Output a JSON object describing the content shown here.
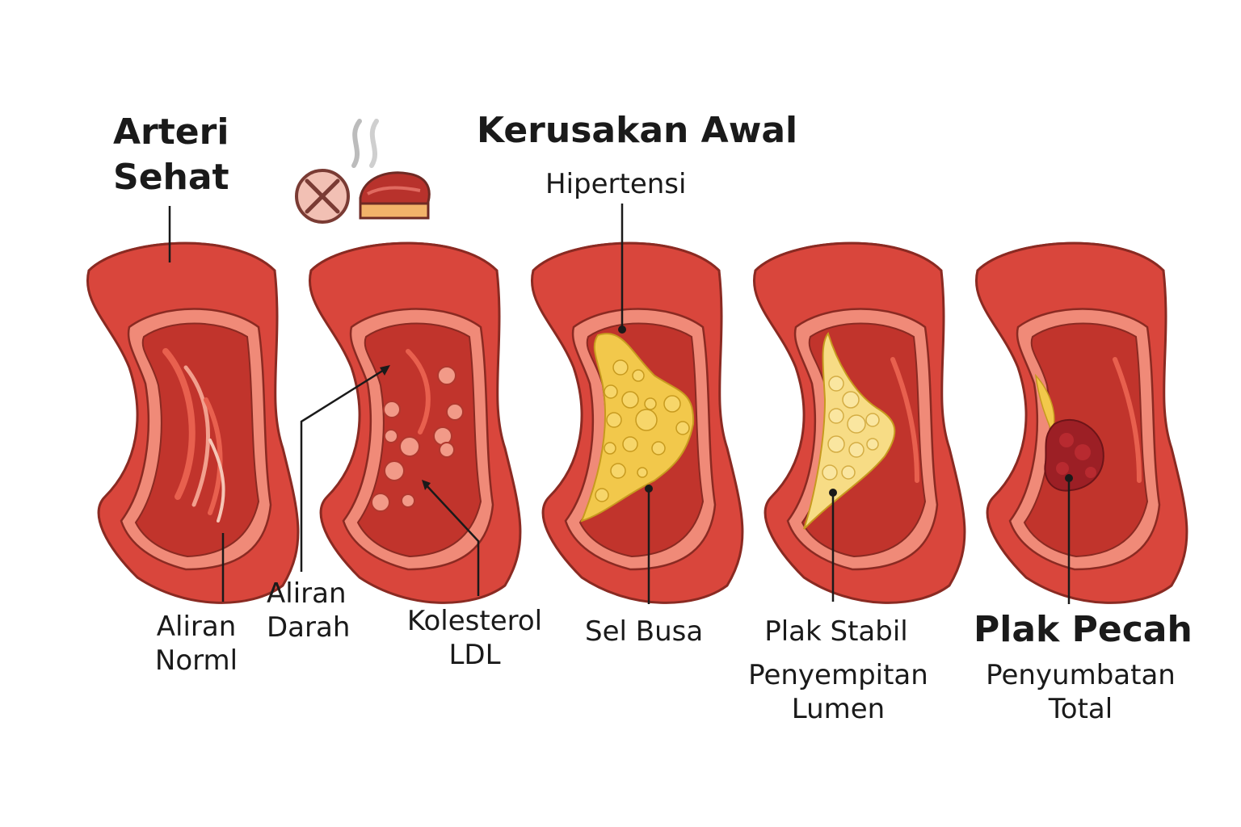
{
  "titles": {
    "healthy": [
      "Arteri",
      "Sehat"
    ],
    "early_damage": "Kerusakan Awal"
  },
  "labels": {
    "hypertension": "Hipertensi",
    "normal_flow": [
      "Aliran",
      "Norml"
    ],
    "blood_flow": [
      "Aliran",
      "Darah"
    ],
    "ldl": [
      "Kolesterol",
      "LDL"
    ],
    "foam_cells": "Sel Busa",
    "stable_plaque": "Plak Stabil",
    "lumen_narrowing": [
      "Penyempitan",
      "Lumen"
    ],
    "ruptured_plaque": "Plak Pecah",
    "total_blockage": [
      "Penyumbatan",
      "Total"
    ]
  },
  "icons": [
    "no-smoking-icon",
    "fatty-food-cake-icon",
    "smoke-icon"
  ],
  "colors": {
    "wall_outer": "#d9463c",
    "wall_light": "#f08a78",
    "wall_stroke": "#8a2a22",
    "lumen": "#c1342c",
    "plaque": "#f2c84b",
    "clot": "#9c1f25"
  }
}
